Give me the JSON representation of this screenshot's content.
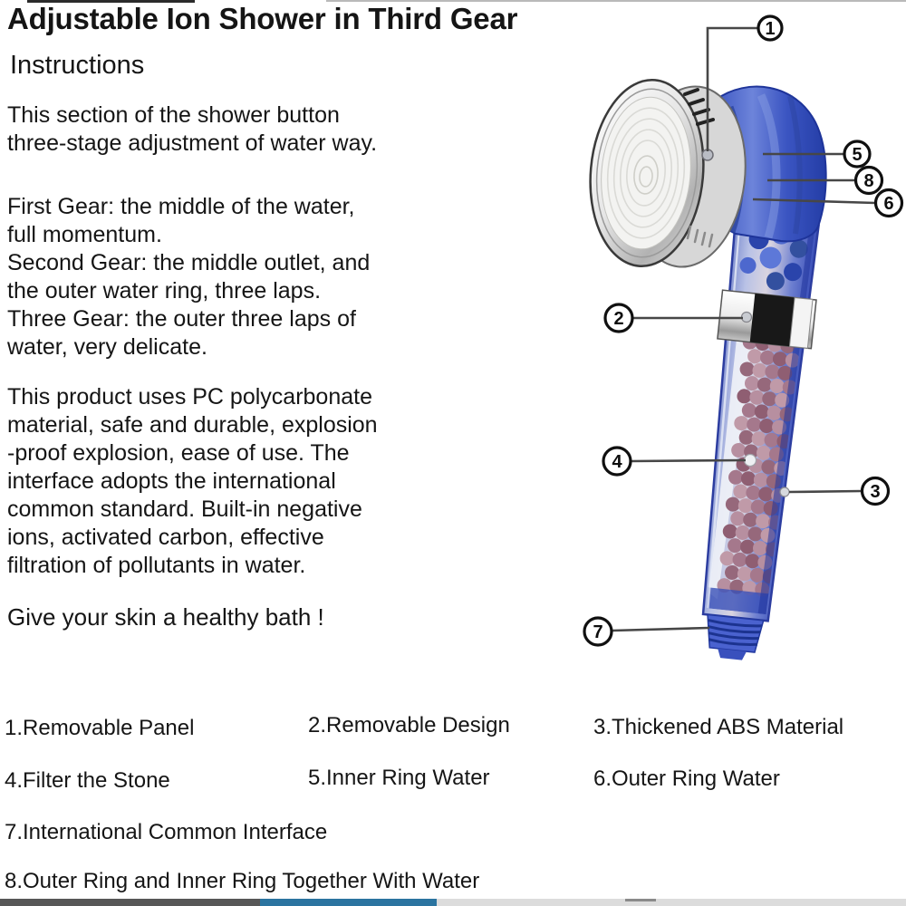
{
  "page": {
    "title": "Adjustable Ion Shower in Third Gear",
    "subtitle": "Instructions"
  },
  "paragraphs": {
    "intro": "This section of the shower button\nthree-stage adjustment of water way.",
    "gears": "First Gear: the middle of the water,\nfull momentum.\nSecond Gear: the middle outlet, and\nthe outer water ring, three laps.\nThree Gear: the outer three laps of\nwater, very delicate.",
    "material": "This product uses PC polycarbonate\nmaterial, safe and durable, explosion\n-proof explosion, ease of use. The\ninterface adopts the international\ncommon standard. Built-in negative\nions, activated carbon, effective\nfiltration of pollutants in water.",
    "tagline": "Give your skin a healthy bath !"
  },
  "legend": {
    "items": [
      {
        "label": "1.Removable Panel"
      },
      {
        "label": "2.Removable Design"
      },
      {
        "label": "3.Thickened ABS Material"
      },
      {
        "label": "4.Filter the Stone"
      },
      {
        "label": "5.Inner Ring Water"
      },
      {
        "label": "6.Outer Ring Water"
      },
      {
        "label": "7.International Common Interface"
      },
      {
        "label": "8.Outer Ring and Inner Ring Together With Water"
      }
    ]
  },
  "callouts": {
    "items": [
      {
        "number": "1"
      },
      {
        "number": "2"
      },
      {
        "number": "3"
      },
      {
        "number": "4"
      },
      {
        "number": "5"
      },
      {
        "number": "6"
      },
      {
        "number": "7"
      },
      {
        "number": "8"
      }
    ]
  },
  "colors": {
    "text": "#151515",
    "background": "#ffffff",
    "product_blue": "#3a54c0",
    "product_blue_light": "#8298e0",
    "product_blue_dark": "#1e349a",
    "chrome": "#d9d9d9",
    "bead_blue": "#2a44ab",
    "bead_pink_palette": [
      "#a5788c",
      "#8f5e72",
      "#b78fa0",
      "#96687b",
      "#c09aa8"
    ],
    "strip_dark": "#575757",
    "strip_blue": "#2b74a0",
    "strip_light": "#dcdcdc"
  }
}
